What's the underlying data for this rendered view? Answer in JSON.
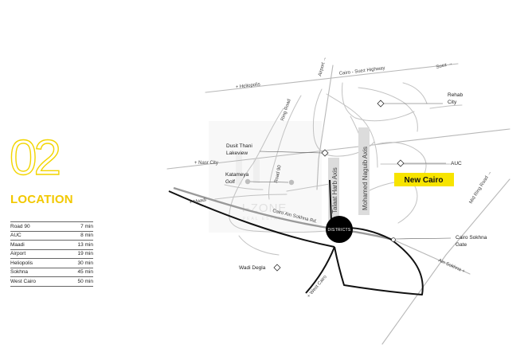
{
  "section": {
    "number": "02",
    "title": "LOCATION"
  },
  "distances": [
    {
      "place": "Road 90",
      "time": "7 min"
    },
    {
      "place": "AUC",
      "time": "8 min"
    },
    {
      "place": "Maadi",
      "time": "13 min"
    },
    {
      "place": "Airport",
      "time": "19 min"
    },
    {
      "place": "Heliopolis",
      "time": "30 min"
    },
    {
      "place": "Sokhna",
      "time": "45 min"
    },
    {
      "place": "West Cairo",
      "time": "50 min"
    }
  ],
  "map": {
    "roads": {
      "suez": "Suez",
      "airport": "Airport",
      "cairo_suez_highway": "Cairo - Suez Highway",
      "heliopolis": "Heliopolis",
      "ring_road": "Ring Road",
      "nasr_city": "Nasr City",
      "road_90": "Road 90",
      "maadi": "Maadi",
      "cairo_ain_sokhna_rd": "Cairo Ain Sokhna Rd.",
      "mid_ring_road": "Mid Ring Road",
      "ain_sokhna": "Ain Sokhna",
      "west_cairo": "West Cairo",
      "talaat_harb_axis": "Talaat Harb Axis",
      "mohamed_naguib_axis": "Mohamed Naguib Axis"
    },
    "places": {
      "rehab_city": [
        "Rehab",
        "City"
      ],
      "dusit_thani": [
        "Dusit Thani",
        "Lakeview"
      ],
      "katameya_golf": [
        "Katameya",
        "Golf"
      ],
      "auc": "AUC",
      "new_cairo": "New Cairo",
      "cairo_sokhna_gate": [
        "Cairo Sokhna",
        "Gate"
      ],
      "wadi_degla": "Wadi Degla"
    },
    "project_marker": "DISTRICTS",
    "watermark": {
      "brand": "I-ZONE",
      "tagline": "REAL ESTATE"
    },
    "colors": {
      "highlight": "#f7e400",
      "marker": "#000000",
      "roads": "#b8b8b8",
      "route": "#111111"
    }
  }
}
